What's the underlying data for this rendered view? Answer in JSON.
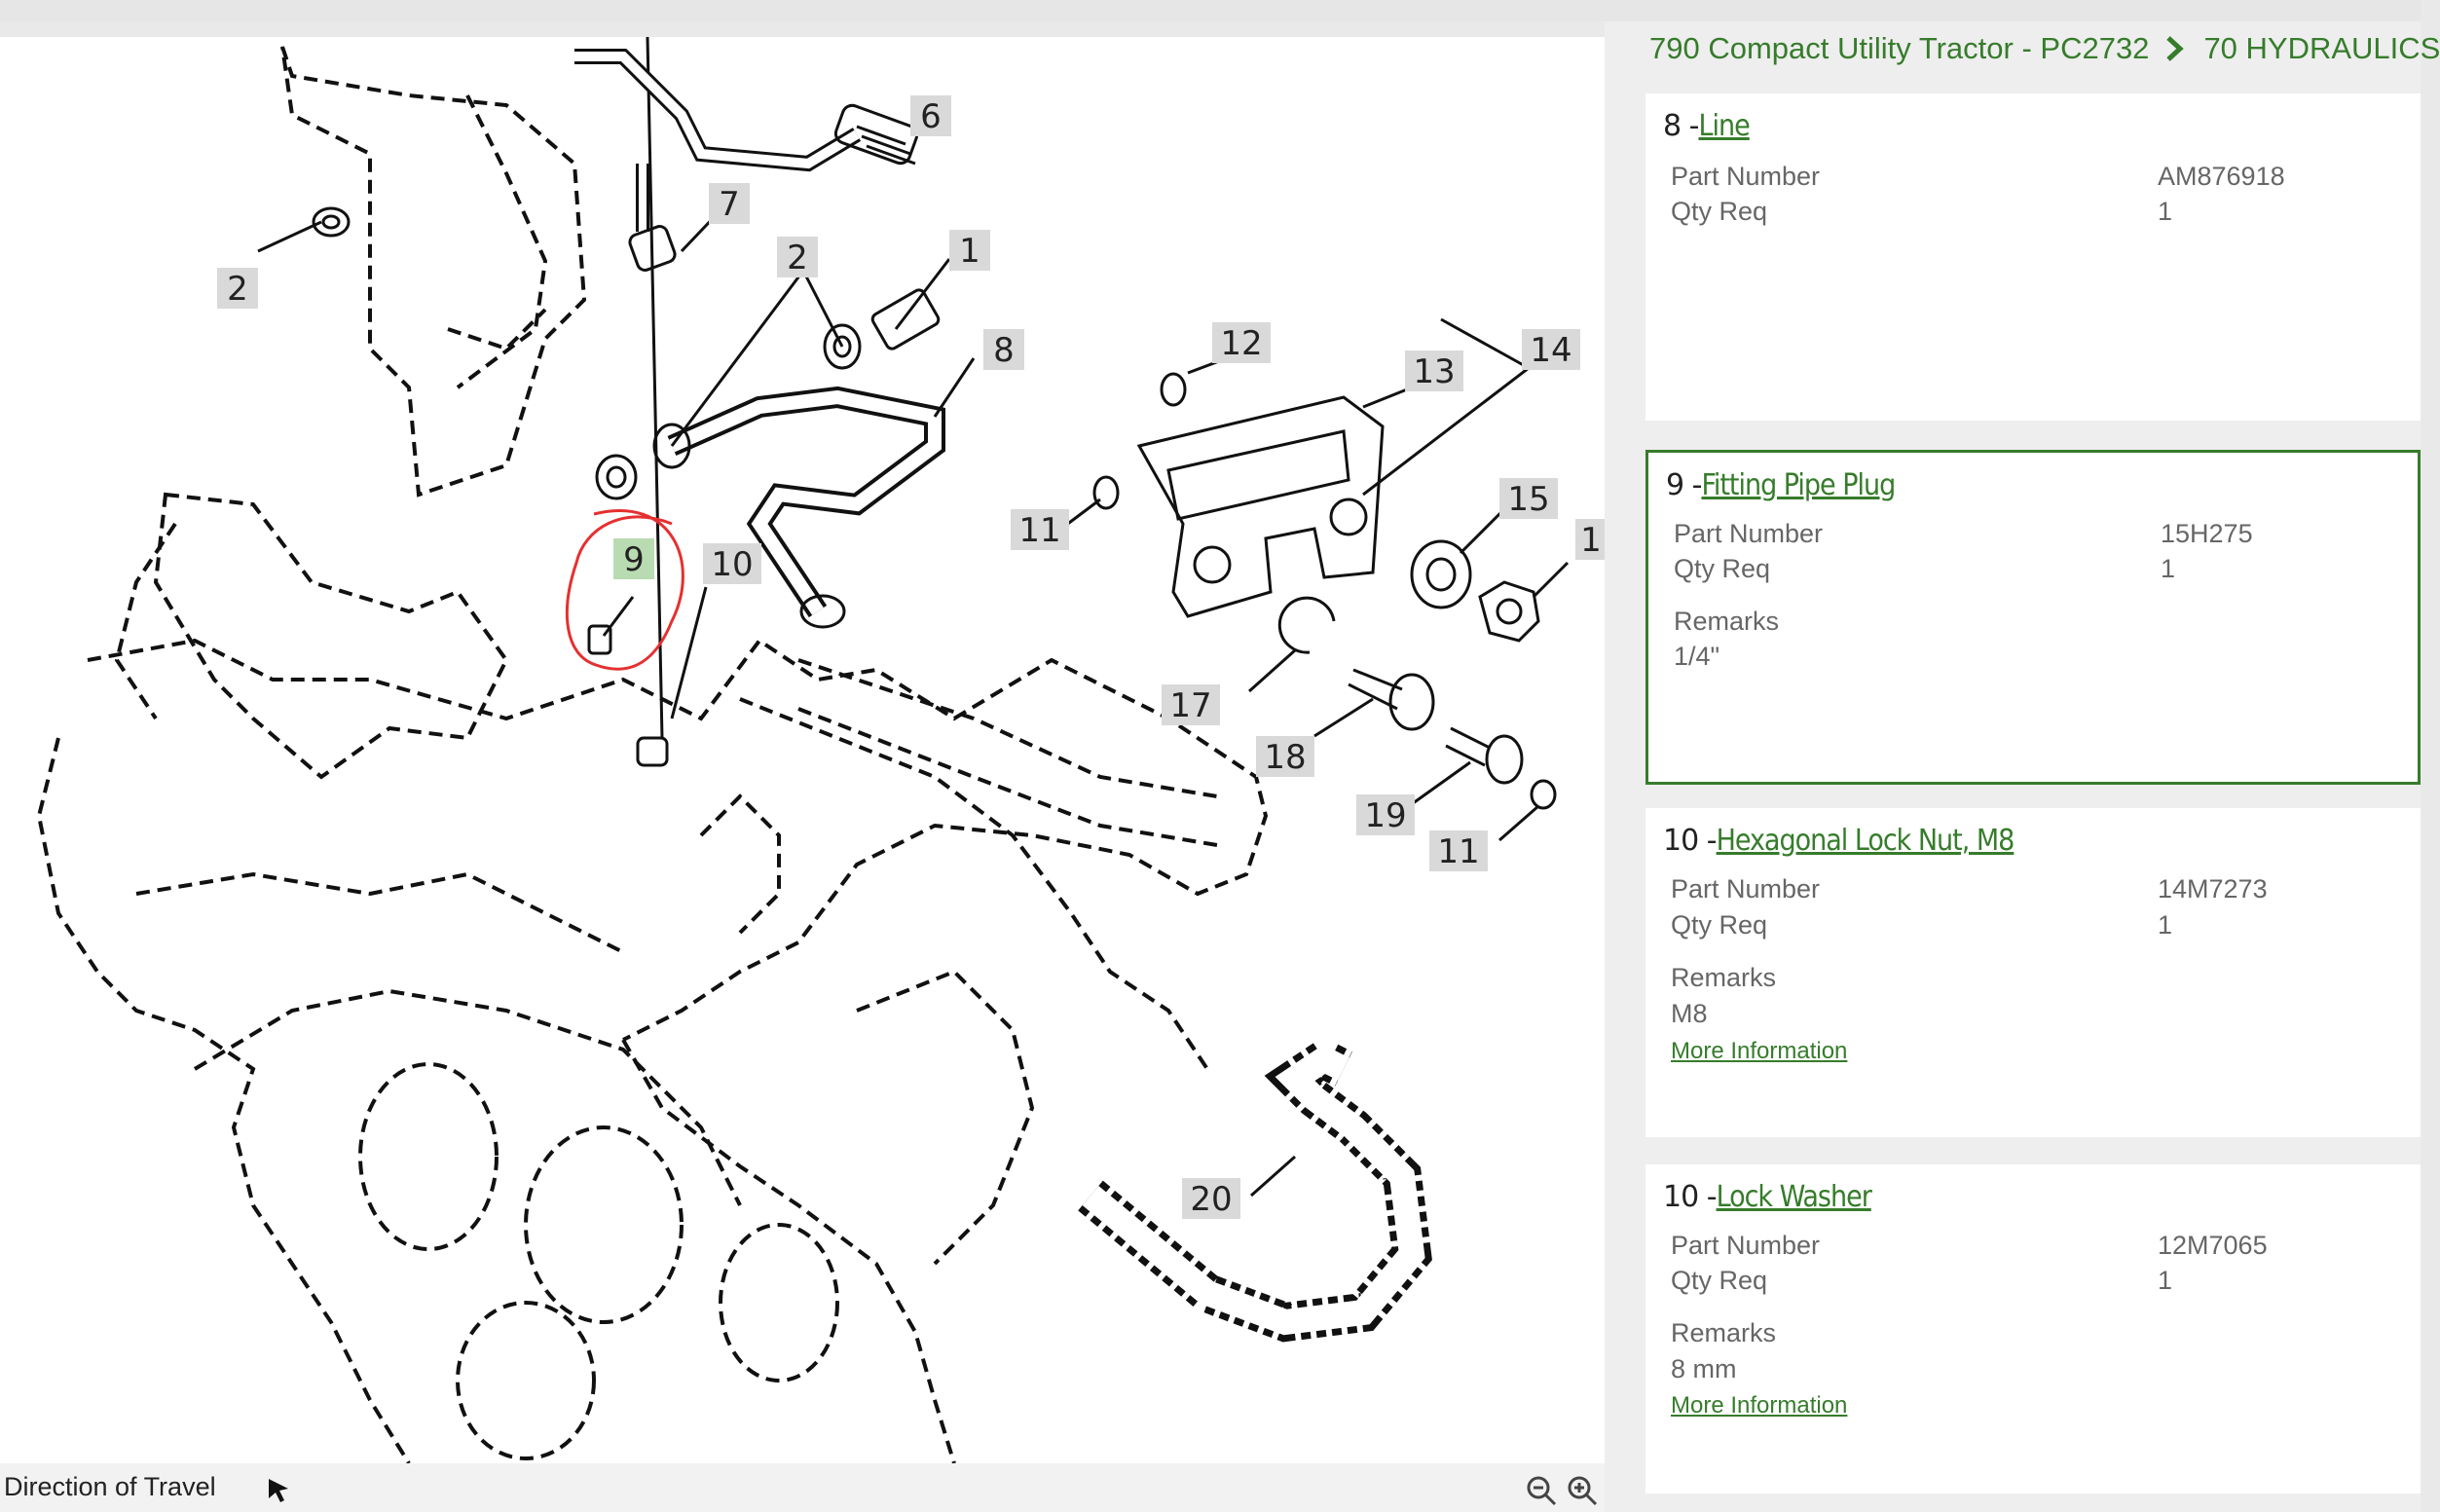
{
  "breadcrumb": {
    "model": "790 Compact Utility Tractor - PC2732",
    "section": "70 HYDRAULICS"
  },
  "diagram": {
    "callouts": [
      "6",
      "7",
      "2",
      "1",
      "2",
      "8",
      "12",
      "13",
      "14",
      "9",
      "10",
      "11",
      "15",
      "1",
      "17",
      "18",
      "19",
      "11",
      "20"
    ],
    "direction_label": "Direction of Travel"
  },
  "parts": [
    {
      "number": "8",
      "name": "Line",
      "part_number_label": "Part Number",
      "part_number": "AM876918",
      "qty_label": "Qty Req",
      "qty": "1"
    },
    {
      "number": "9",
      "name": "Fitting Pipe Plug",
      "part_number_label": "Part Number",
      "part_number": "15H275",
      "qty_label": "Qty Req",
      "qty": "1",
      "remarks_label": "Remarks",
      "remarks": "1/4\"",
      "selected": true
    },
    {
      "number": "10",
      "name": "Hexagonal Lock Nut, M8",
      "part_number_label": "Part Number",
      "part_number": "14M7273",
      "qty_label": "Qty Req",
      "qty": "1",
      "remarks_label": "Remarks",
      "remarks": "M8",
      "more": "More Information"
    },
    {
      "number": "10",
      "name": "Lock Washer",
      "part_number_label": "Part Number",
      "part_number": "12M7065",
      "qty_label": "Qty Req",
      "qty": "1",
      "remarks_label": "Remarks",
      "remarks": "8 mm",
      "more": "More Information"
    }
  ],
  "colors": {
    "accent": "#367c2b",
    "highlight": "#e53030",
    "callout_bg": "#d9d9d9"
  },
  "icons": [
    "cursor-arrow-icon",
    "zoom-out-icon",
    "zoom-in-icon",
    "chevron-right-icon"
  ]
}
